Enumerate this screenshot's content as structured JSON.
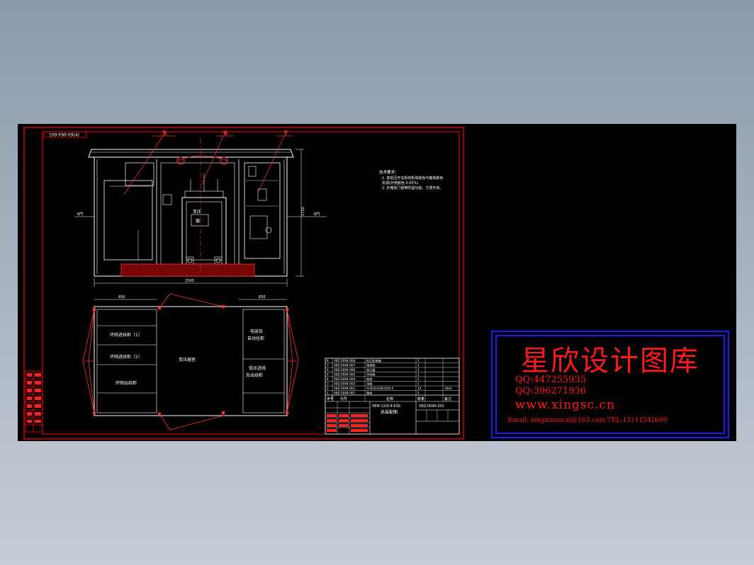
{
  "colors": {
    "background": "#8b9aab",
    "canvas": "#000000",
    "frame": "#ff0000",
    "lines": "#ffffff",
    "hatch": "#8b0000",
    "stamp_border": "#1a1aff",
    "stamp_text": "#ff1a1a"
  },
  "drawing": {
    "drawing_code": "100-F90-09(4)",
    "balloons": [
      "5",
      "6",
      "7"
    ],
    "transformer_label_top": "变压",
    "transformer_label_bottom": "器",
    "dim_width": "2500",
    "dim_height": "1750",
    "dim_left_plan": "830",
    "dim_right_plan": "830",
    "side_mark_left": "6門",
    "side_mark_right": "6門",
    "notes_title": "技术要求：",
    "notes_line1": "1. 高低压开关柜的柜体颜色与箱体颜色",
    "notes_line2": "   协调(外壳颜色 0.05%)",
    "notes_line3": "2. 外箱体门锁带防盗功能，方便开启。",
    "plan_rooms": [
      "环网进线柜（1）",
      "环网进线柜（2）",
      "环网出线柜",
      "变压器室",
      "电容及\n自动化柜",
      "低压进线\n及出线柜"
    ]
  },
  "title_block": {
    "parts_rows": [
      [
        "8",
        "XBZ-0094-008",
        "低压配电箱",
        "1",
        ""
      ],
      [
        "7",
        "XBZ-0094-007",
        "电容柜",
        "1",
        ""
      ],
      [
        "6",
        "XBZ-0094-006",
        "变压器",
        "1",
        ""
      ],
      [
        "5",
        "XBZ-0094-005",
        "环网柜",
        "1",
        ""
      ],
      [
        "4",
        "XBZ-0094-004",
        "底座",
        "2",
        ""
      ],
      [
        "3",
        "XBZ-0094-003",
        "顶盖",
        "1",
        ""
      ],
      [
        "2",
        "XBZ-0094-002",
        "SCB10-630/10/0.4",
        "12",
        "10kV"
      ],
      [
        "1",
        "XBZ-0094-001",
        "箱体",
        "1",
        ""
      ]
    ],
    "header_no": "序号",
    "header_code": "代号",
    "header_name": "名称",
    "header_qty": "数量",
    "header_note": "备注",
    "product_name": "XBZ-0094-001",
    "drawing_title_1": "YBM-12/0.4-630",
    "drawing_title_2": "总装配图"
  },
  "stamp": {
    "title": "星欣设计图库",
    "qq1": "QQ:447255935",
    "qq2": "QQ:396271936",
    "website": "www.xingsc.cn",
    "contact": "Email: xingxinsucai@163.com  TEL:13111542600"
  }
}
